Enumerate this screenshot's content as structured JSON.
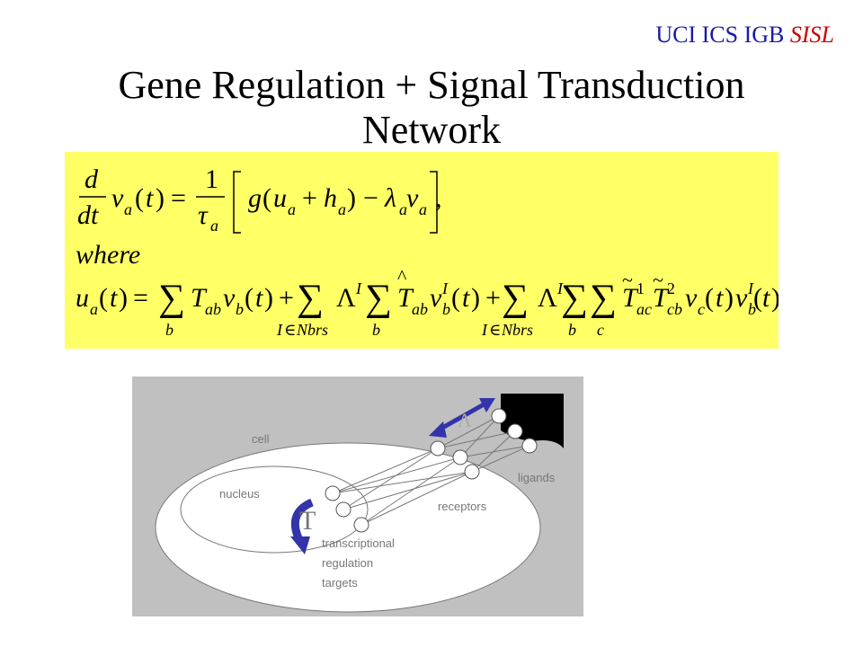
{
  "header": {
    "uci": "UCI",
    "mid": "ICS IGB",
    "sisl": "SISL"
  },
  "title": "Gene Regulation + Signal Transduction Network",
  "equation": {
    "where": "where",
    "colors": {
      "box": "#ffff66"
    }
  },
  "diagram": {
    "labels": {
      "cell": "cell",
      "nucleus": "nucleus",
      "receptors": "receptors",
      "ligands": "ligands",
      "targets_line1": "transcriptional",
      "targets_line2": "regulation",
      "targets_line3": "targets",
      "lambda": "Λ",
      "t_symbol": "T"
    },
    "colors": {
      "background": "#c0c0c0",
      "arrow": "#3333aa",
      "ligand_block": "#000000"
    }
  }
}
